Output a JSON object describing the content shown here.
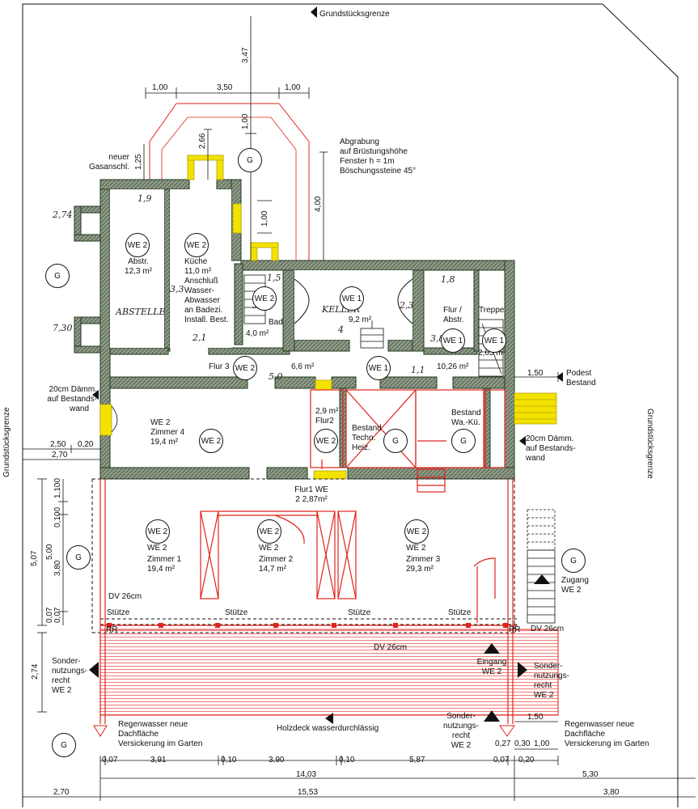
{
  "labels": {
    "grenze_top": "Grundstücksgrenze",
    "grenze_left": "Grundstücksgrenze",
    "grenze_right": "Grundstücksgrenze",
    "gas": [
      "neuer",
      "Gasanschl."
    ],
    "abgrabung": [
      "Abgrabung",
      "auf Brüstungshöhe",
      "Fenster h = 1m",
      "Böschungssteine 45°"
    ],
    "daemm_left": [
      "20cm Dämm.",
      "auf Bestands-",
      "wand"
    ],
    "daemm_right": [
      "20cm Dämm.",
      "auf Bestands-",
      "wand"
    ],
    "podest": [
      "Podest",
      "Bestand"
    ],
    "abstr": [
      "Abstr.",
      "12,3 m²"
    ],
    "kueche": [
      "Küche",
      "11,0 m²",
      "Anschluß",
      "Wasser-",
      "Abwasser",
      "an Badezi.",
      "Install. Best."
    ],
    "bad": "Bad",
    "bad_area": "4,0 m²",
    "keller_area": "9,2 m²",
    "flur_abstr": [
      "Flur /",
      "Abstr."
    ],
    "treppe": "Treppe",
    "treppe_area": "2,65 m²",
    "flur_area": "10,26 m²",
    "flur3": "Flur 3",
    "flur3_area": "6,6 m²",
    "zimmer4": [
      "WE 2",
      "Zimmer 4",
      "19,4 m²"
    ],
    "flur2": [
      "2,9 m²",
      "Flur2"
    ],
    "techn": [
      "Bestand",
      "Techn.",
      "Heiz."
    ],
    "waku": [
      "Bestand",
      "Wa.-Kü."
    ],
    "flur1": [
      "Flur1 WE",
      "2 2,87m²"
    ],
    "zimmer1": [
      "WE 2",
      "Zimmer 1",
      "19,4 m²"
    ],
    "zimmer2": [
      "WE 2",
      "Zimmer 2",
      "14,7 m²"
    ],
    "zimmer3": [
      "WE 2",
      "Zimmer 3",
      "29,3 m²"
    ],
    "dv_inner": "DV 26cm",
    "dv_terrace": "DV 26cm",
    "dv_right": "DV 26cm",
    "stuetze": "Stütze",
    "rr": "RR",
    "eingang": [
      "Eingang",
      "WE 2"
    ],
    "zugang": [
      "Zugang",
      "WE 2"
    ],
    "sonder_left": [
      "Sonder-",
      "nutzungs-",
      "recht",
      "WE 2"
    ],
    "sonder_right": [
      "Sonder-",
      "nutzungs-",
      "recht",
      "WE 2"
    ],
    "sonder_bottom": [
      "Sonder-",
      "nutzungs-",
      "recht",
      "WE 2"
    ],
    "regen_left": [
      "Regenwasser neue",
      "Dachfläche",
      "Versickerung im Garten"
    ],
    "regen_right": [
      "Regenwasser neue",
      "Dachfläche",
      "Versickerung im Garten"
    ],
    "holzdeck": "Holzdeck wasserdurchlässig",
    "abstelle": "ABSTELLE",
    "keller_hand": "KELLER"
  },
  "badges": {
    "we1": "WE 1",
    "we2": "WE 2",
    "g": "G"
  },
  "dims": {
    "top_100a": "1,00",
    "top_350": "3,50",
    "top_100b": "1,00",
    "top_347": "3,47",
    "top_100v": "1,00",
    "top_266": "2,66",
    "top_125": "1,25",
    "top_400": "4,00",
    "top_100c": "1,00",
    "left_250": "2,50",
    "left_020": "0,20",
    "left_270": "2,70",
    "v_507": "5,07",
    "v_500": "5,00",
    "v_0100": "0,100",
    "v_1100": "1,100",
    "v_380": "3,80",
    "v_007a": "0,07",
    "v_007b": "0,07",
    "v_274": "2,74",
    "r_150a": "1,50",
    "r_150b": "1,50",
    "r_027": "0,27",
    "r_030": "0,30",
    "r_100": "1,00",
    "b_007a": "0,07",
    "b_391": "3,91",
    "b_010a": "0,10",
    "b_390": "3,90",
    "b_010b": "0,10",
    "b_587": "5,87",
    "b_007b": "0,07",
    "b_020": "0,20",
    "b_1403": "14,03",
    "b_530": "5,30",
    "b_270": "2,70",
    "b_1553": "15,53",
    "b_380": "3,80"
  },
  "hand": {
    "h19": "1,9",
    "h18": "1,8",
    "h15": "1,5",
    "h21": "2,1",
    "h33": "3,3",
    "h23": "2,3",
    "h4": "4",
    "h38": "3,8",
    "h11": "1,1",
    "h50": "5,0",
    "h274": "2,74",
    "h730": "7,30",
    "h3a": "3,"
  },
  "colors": {
    "existing": "#1f3a1f",
    "existing_fill": "#8e9a86",
    "new": "#e2231a",
    "insulation": "#f3e200",
    "line": "#111111"
  }
}
